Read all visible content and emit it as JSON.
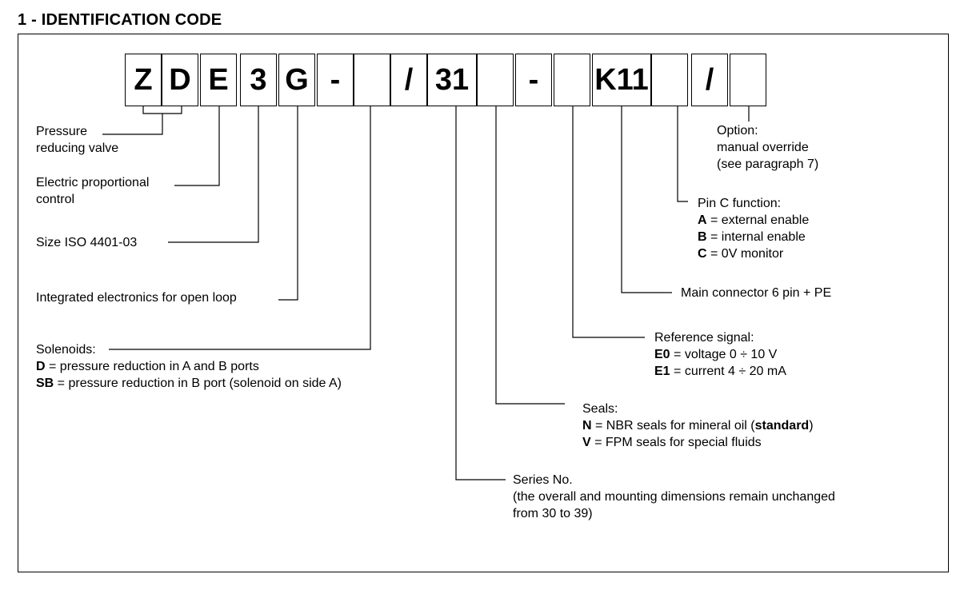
{
  "section_title": "1 - IDENTIFICATION CODE",
  "code_cells": [
    "Z",
    "D",
    "E",
    "3",
    "G",
    "-",
    "",
    "/",
    "31",
    "",
    "-",
    "",
    "K11",
    "",
    "/",
    ""
  ],
  "labels": {
    "pressure_reducing": {
      "line1": "Pressure",
      "line2": "reducing valve"
    },
    "electric_control": {
      "line1": "Electric proportional",
      "line2": "control"
    },
    "size": {
      "text": "Size ISO 4401-03"
    },
    "electronics": {
      "text": "Integrated electronics for open loop"
    },
    "solenoids": {
      "heading": "Solenoids:",
      "d_key": "D",
      "d_text": " = pressure reduction in A and B ports",
      "sb_key": "SB",
      "sb_text": " = pressure reduction in B port (solenoid on side A)"
    },
    "option": {
      "line1": "Option:",
      "line2": "manual override",
      "line3": "(see paragraph 7)"
    },
    "pin_c": {
      "heading": "Pin C function:",
      "a_key": "A",
      "a_text": " = external enable",
      "b_key": "B",
      "b_text": " = internal enable",
      "c_key": "C",
      "c_text": " = 0V monitor"
    },
    "main_connector": {
      "text": "Main connector 6 pin + PE"
    },
    "reference_signal": {
      "heading": "Reference signal:",
      "e0_key": "E0",
      "e0_text": " = voltage 0 ÷ 10 V",
      "e1_key": "E1",
      "e1_text": " = current 4 ÷ 20 mA"
    },
    "seals": {
      "heading": "Seals:",
      "n_key": "N",
      "n_text": " = NBR seals for mineral oil (",
      "n_std": "standard",
      "n_close": ")",
      "v_key": "V",
      "v_text": " = FPM seals for special fluids"
    },
    "series": {
      "heading": "Series No.",
      "line2": "(the overall and mounting dimensions remain unchanged",
      "line3": "from 30 to 39)"
    }
  }
}
